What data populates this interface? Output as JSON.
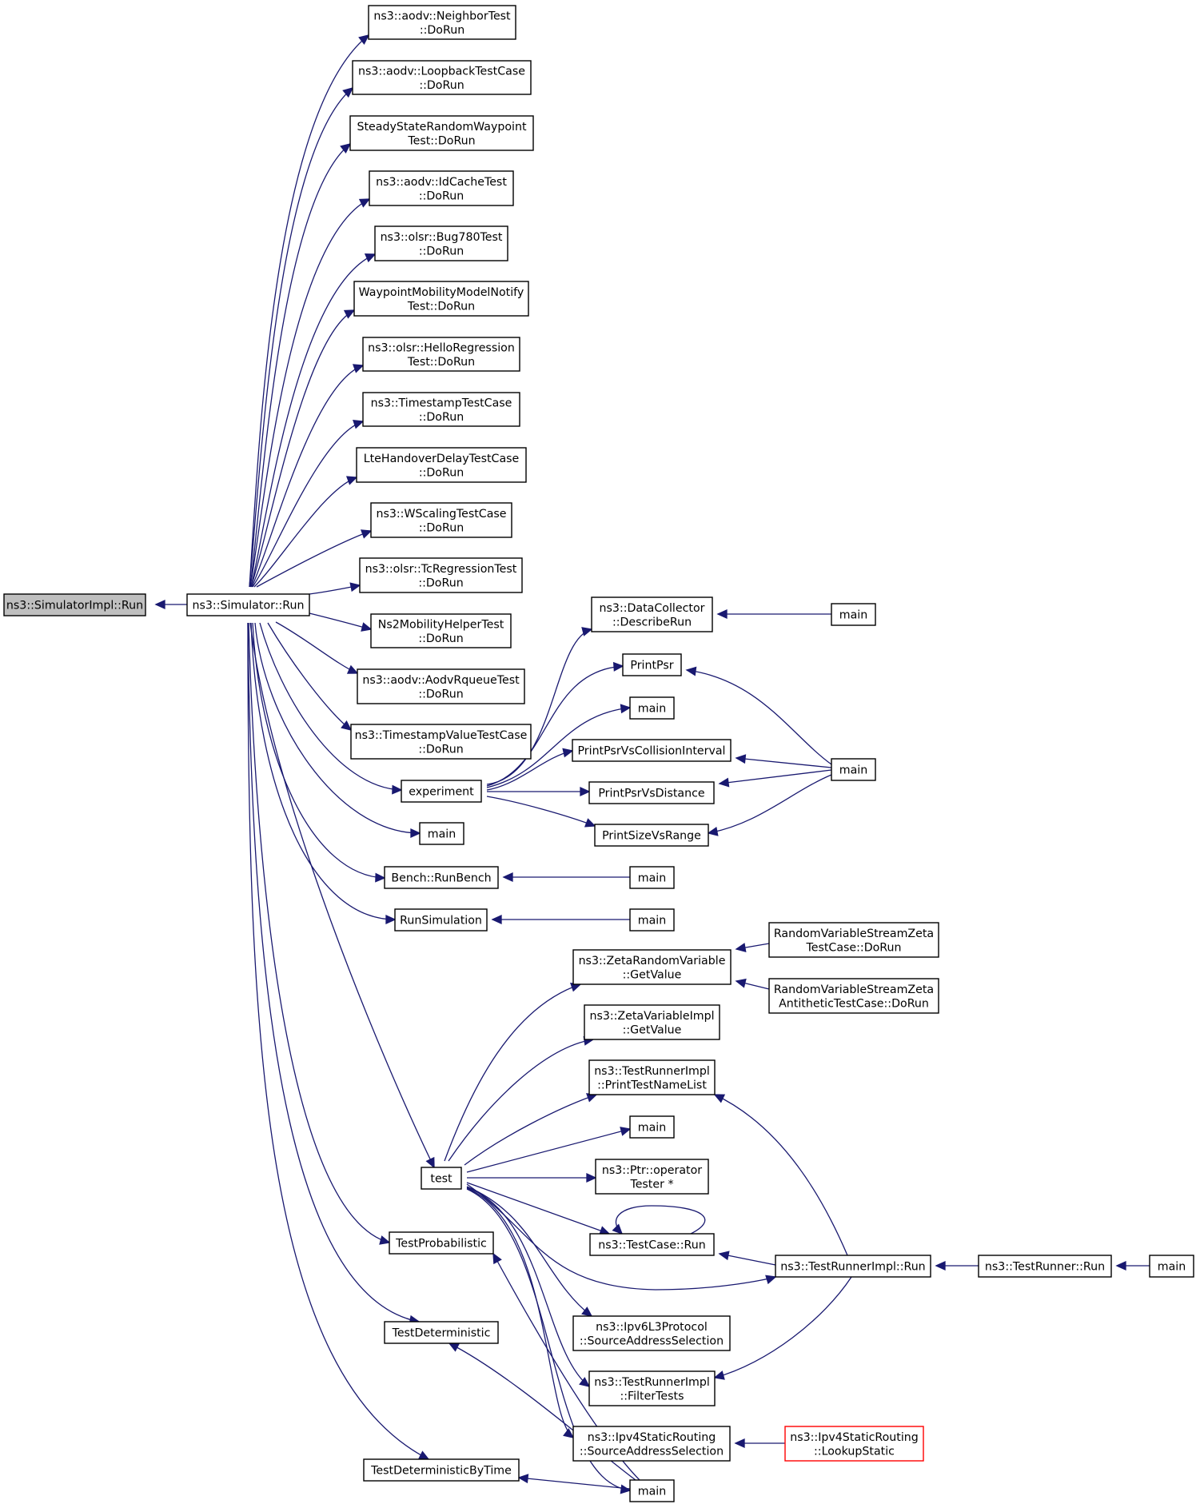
{
  "nodes": {
    "simimpl": {
      "lines": [
        "ns3::SimulatorImpl::Run"
      ]
    },
    "simrun": {
      "lines": [
        "ns3::Simulator::Run"
      ]
    },
    "neighbor": {
      "lines": [
        "ns3::aodv::NeighborTest",
        "::DoRun"
      ]
    },
    "loopback": {
      "lines": [
        "ns3::aodv::LoopbackTestCase",
        "::DoRun"
      ]
    },
    "steady": {
      "lines": [
        "SteadyStateRandomWaypoint",
        "Test::DoRun"
      ]
    },
    "idcache": {
      "lines": [
        "ns3::aodv::IdCacheTest",
        "::DoRun"
      ]
    },
    "bug780": {
      "lines": [
        "ns3::olsr::Bug780Test",
        "::DoRun"
      ]
    },
    "waypoint": {
      "lines": [
        "WaypointMobilityModelNotify",
        "Test::DoRun"
      ]
    },
    "hello": {
      "lines": [
        "ns3::olsr::HelloRegression",
        "Test::DoRun"
      ]
    },
    "timestamp": {
      "lines": [
        "ns3::TimestampTestCase",
        "::DoRun"
      ]
    },
    "ltehand": {
      "lines": [
        "LteHandoverDelayTestCase",
        "::DoRun"
      ]
    },
    "wscaling": {
      "lines": [
        "ns3::WScalingTestCase",
        "::DoRun"
      ]
    },
    "tcreg": {
      "lines": [
        "ns3::olsr::TcRegressionTest",
        "::DoRun"
      ]
    },
    "ns2mob": {
      "lines": [
        "Ns2MobilityHelperTest",
        "::DoRun"
      ]
    },
    "aodvrq": {
      "lines": [
        "ns3::aodv::AodvRqueueTest",
        "::DoRun"
      ]
    },
    "tsvalue": {
      "lines": [
        "ns3::TimestampValueTestCase",
        "::DoRun"
      ]
    },
    "experiment": {
      "lines": [
        "experiment"
      ]
    },
    "main_a": {
      "lines": [
        "main"
      ]
    },
    "runbench": {
      "lines": [
        "Bench::RunBench"
      ]
    },
    "runsim": {
      "lines": [
        "RunSimulation"
      ]
    },
    "test": {
      "lines": [
        "test"
      ]
    },
    "testprob": {
      "lines": [
        "TestProbabilistic"
      ]
    },
    "testdet": {
      "lines": [
        "TestDeterministic"
      ]
    },
    "testdetbt": {
      "lines": [
        "TestDeterministicByTime"
      ]
    },
    "datacoll": {
      "lines": [
        "ns3::DataCollector",
        "::DescribeRun"
      ]
    },
    "main_dc": {
      "lines": [
        "main"
      ]
    },
    "printpsr": {
      "lines": [
        "PrintPsr"
      ]
    },
    "main_b": {
      "lines": [
        "main"
      ]
    },
    "ppsrci": {
      "lines": [
        "PrintPsrVsCollisionInterval"
      ]
    },
    "main_psr": {
      "lines": [
        "main"
      ]
    },
    "ppsrdist": {
      "lines": [
        "PrintPsrVsDistance"
      ]
    },
    "psize": {
      "lines": [
        "PrintSizeVsRange"
      ]
    },
    "main_rb": {
      "lines": [
        "main"
      ]
    },
    "main_rs": {
      "lines": [
        "main"
      ]
    },
    "zetarv": {
      "lines": [
        "ns3::ZetaRandomVariable",
        "::GetValue"
      ]
    },
    "rvszeta": {
      "lines": [
        "RandomVariableStreamZeta",
        "TestCase::DoRun"
      ]
    },
    "rvszanti": {
      "lines": [
        "RandomVariableStreamZeta",
        "AntitheticTestCase::DoRun"
      ]
    },
    "zetavi": {
      "lines": [
        "ns3::ZetaVariableImpl",
        "::GetValue"
      ]
    },
    "trprint": {
      "lines": [
        "ns3::TestRunnerImpl",
        "::PrintTestNameList"
      ]
    },
    "main_c": {
      "lines": [
        "main"
      ]
    },
    "ptrop": {
      "lines": [
        "ns3::Ptr::operator",
        "Tester *"
      ]
    },
    "tcrun": {
      "lines": [
        "ns3::TestCase::Run"
      ]
    },
    "trirun": {
      "lines": [
        "ns3::TestRunnerImpl::Run"
      ]
    },
    "trrun": {
      "lines": [
        "ns3::TestRunner::Run"
      ]
    },
    "main_tr": {
      "lines": [
        "main"
      ]
    },
    "ipv6sas": {
      "lines": [
        "ns3::Ipv6L3Protocol",
        "::SourceAddressSelection"
      ]
    },
    "trfilter": {
      "lines": [
        "ns3::TestRunnerImpl",
        "::FilterTests"
      ]
    },
    "ipv4sas": {
      "lines": [
        "ns3::Ipv4StaticRouting",
        "::SourceAddressSelection"
      ]
    },
    "lookup": {
      "lines": [
        "ns3::Ipv4StaticRouting",
        "::LookupStatic"
      ]
    },
    "main_bot": {
      "lines": [
        "main"
      ]
    }
  },
  "edges": [
    [
      "simimpl",
      "simrun"
    ],
    [
      "simrun",
      "neighbor"
    ],
    [
      "simrun",
      "loopback"
    ],
    [
      "simrun",
      "steady"
    ],
    [
      "simrun",
      "idcache"
    ],
    [
      "simrun",
      "bug780"
    ],
    [
      "simrun",
      "waypoint"
    ],
    [
      "simrun",
      "hello"
    ],
    [
      "simrun",
      "timestamp"
    ],
    [
      "simrun",
      "ltehand"
    ],
    [
      "simrun",
      "wscaling"
    ],
    [
      "simrun",
      "tcreg"
    ],
    [
      "simrun",
      "ns2mob"
    ],
    [
      "simrun",
      "aodvrq"
    ],
    [
      "simrun",
      "tsvalue"
    ],
    [
      "simrun",
      "experiment"
    ],
    [
      "simrun",
      "main_a"
    ],
    [
      "simrun",
      "runbench"
    ],
    [
      "simrun",
      "runsim"
    ],
    [
      "simrun",
      "test"
    ],
    [
      "simrun",
      "testprob"
    ],
    [
      "simrun",
      "testdet"
    ],
    [
      "simrun",
      "testdetbt"
    ],
    [
      "experiment",
      "datacoll"
    ],
    [
      "experiment",
      "printpsr"
    ],
    [
      "experiment",
      "main_b"
    ],
    [
      "experiment",
      "ppsrci"
    ],
    [
      "experiment",
      "ppsrdist"
    ],
    [
      "experiment",
      "psize"
    ],
    [
      "datacoll",
      "main_dc"
    ],
    [
      "printpsr",
      "main_psr"
    ],
    [
      "ppsrci",
      "main_psr"
    ],
    [
      "ppsrdist",
      "main_psr"
    ],
    [
      "psize",
      "main_psr"
    ],
    [
      "runbench",
      "main_rb"
    ],
    [
      "runsim",
      "main_rs"
    ],
    [
      "test",
      "zetarv"
    ],
    [
      "test",
      "zetavi"
    ],
    [
      "test",
      "trprint"
    ],
    [
      "test",
      "main_c"
    ],
    [
      "test",
      "ptrop"
    ],
    [
      "test",
      "tcrun"
    ],
    [
      "test",
      "trirun"
    ],
    [
      "test",
      "ipv6sas"
    ],
    [
      "test",
      "trfilter"
    ],
    [
      "test",
      "ipv4sas"
    ],
    [
      "test",
      "main_bot"
    ],
    [
      "zetarv",
      "rvszeta"
    ],
    [
      "zetarv",
      "rvszanti"
    ],
    [
      "trprint",
      "trirun"
    ],
    [
      "tcrun",
      "trirun"
    ],
    [
      "tcrun",
      "tcrun"
    ],
    [
      "trfilter",
      "trirun"
    ],
    [
      "trirun",
      "trrun"
    ],
    [
      "trrun",
      "main_tr"
    ],
    [
      "ipv4sas",
      "lookup"
    ],
    [
      "testprob",
      "main_bot"
    ],
    [
      "testdet",
      "main_bot"
    ],
    [
      "testdetbt",
      "main_bot"
    ]
  ]
}
